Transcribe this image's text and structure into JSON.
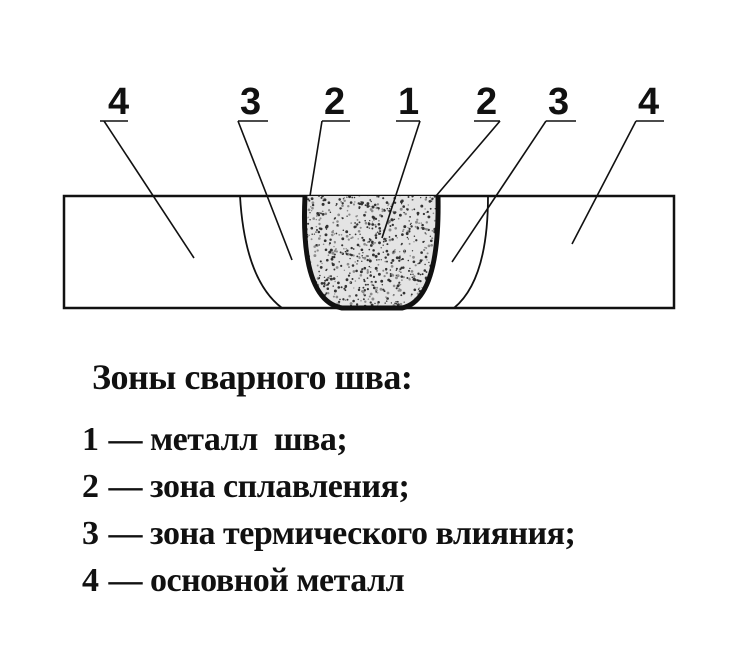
{
  "diagram": {
    "zone_labels": [
      "4",
      "3",
      "2",
      "1",
      "2",
      "3",
      "4"
    ]
  },
  "legend": {
    "title": "Зоны сварного шва:",
    "items": [
      {
        "number": "1",
        "dash": "—",
        "text": "металл  шва;"
      },
      {
        "number": "2",
        "dash": "—",
        "text": "зона сплавления;"
      },
      {
        "number": "3",
        "dash": "—",
        "text": "зона термического влияния;"
      },
      {
        "number": "4",
        "dash": "—",
        "text": "основной металл"
      }
    ]
  },
  "colors": {
    "ink": "#111111",
    "background": "#ffffff",
    "weld_fill": "#e4e4e4"
  }
}
